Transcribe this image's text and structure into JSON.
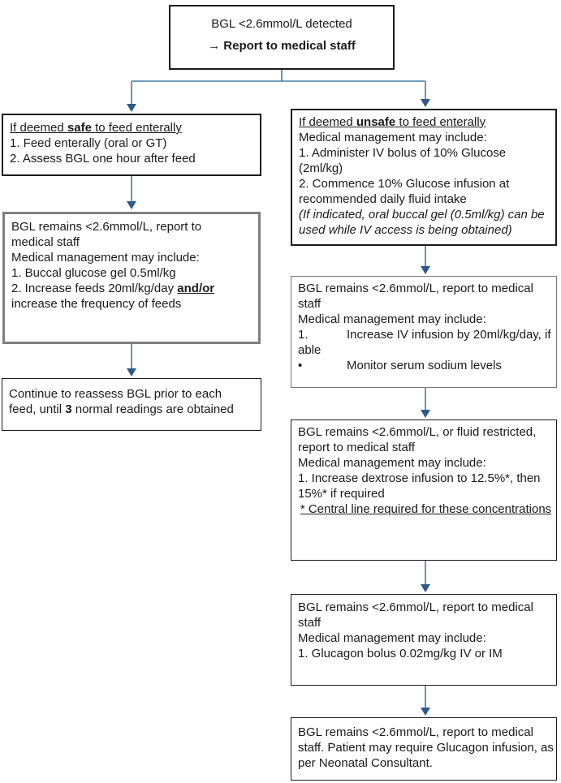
{
  "colors": {
    "connector_line": "#4B7AA8",
    "connector_arrow": "#2E5B87",
    "box_border": "#1C1C1C",
    "box_border_gray": "#7F7F7F"
  },
  "top_box": {
    "line1": "BGL <2.6mmol/L detected",
    "line2": "→ Report to medical staff"
  },
  "left_branch": {
    "box1": {
      "heading_pre": "If deemed ",
      "heading_bold": "safe",
      "heading_post": " to feed enterally",
      "item1": "1. Feed enterally (oral or GT)",
      "item2": "2. Assess BGL one hour after feed"
    },
    "box2": {
      "p1": "BGL remains <2.6mmol/L, report to medical staff",
      "p2": "Medical management may include:",
      "item1": "1. Buccal glucose gel 0.5ml/kg",
      "item2_pre": "2. Increase feeds 20ml/kg/day ",
      "item2_bold": "and/or",
      "item2_post": " increase the frequency of feeds"
    },
    "box3": {
      "pre": "Continue to reassess BGL prior to each feed, until ",
      "bold": "3",
      "post": " normal readings are obtained"
    }
  },
  "right_branch": {
    "box1": {
      "heading_pre": "If deemed ",
      "heading_bold": "unsafe",
      "heading_post": " to feed enterally",
      "line1": "Medical management may include:",
      "line2": "1. Administer IV bolus of 10% Glucose (2ml/kg)",
      "line3": "2. Commence 10% Glucose infusion at recommended daily fluid intake",
      "note_italic": "(If indicated, oral buccal gel (0.5ml/kg) can be used while IV access is being obtained)"
    },
    "box2": {
      "p1": "BGL remains <2.6mmol/L, report to medical staff",
      "p2": "Medical management may include:",
      "item1_marker": "1.",
      "item1_text": "Increase IV infusion by 20ml/kg/day, if able",
      "item2_marker": "•",
      "item2_text": "Monitor serum sodium levels"
    },
    "box3": {
      "p1": "BGL remains <2.6mmol/L, or fluid restricted, report to medical staff",
      "p2": "Medical management may include:",
      "item1": "1. Increase dextrose infusion to 12.5%*, then 15%* if required",
      "footnote": "* Central line required for these concentrations"
    },
    "box4": {
      "p1": "BGL remains <2.6mmol/L, report to medical staff",
      "p2": "Medical management may include:",
      "item1": "1. Glucagon bolus 0.02mg/kg IV or IM"
    },
    "box5": {
      "text": "BGL remains <2.6mmol/L, report to medical staff. Patient may require Glucagon infusion, as per Neonatal Consultant."
    }
  }
}
